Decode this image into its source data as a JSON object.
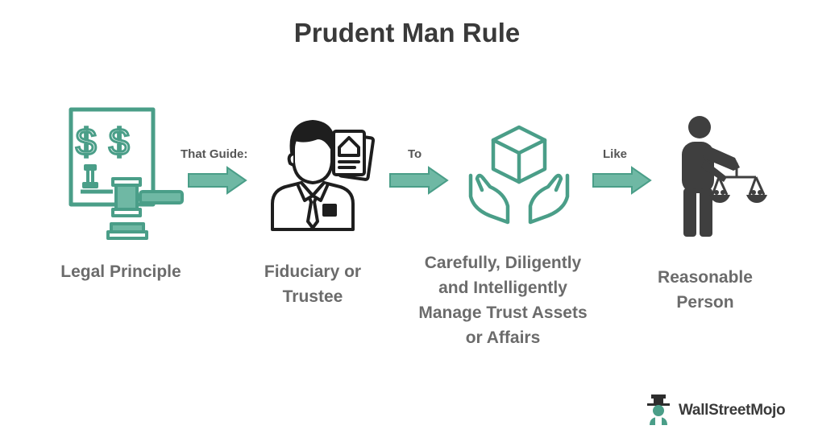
{
  "title": "Prudent Man Rule",
  "steps": [
    {
      "label": "Legal Principle",
      "icon": "legal-document-gavel-icon"
    },
    {
      "label": "Fiduciary or Trustee",
      "icon": "fiduciary-person-icon"
    },
    {
      "label": "Carefully, Diligently and Intelligently Manage Trust Assets or Affairs",
      "icon": "hands-holding-box-icon"
    },
    {
      "label": "Reasonable Person",
      "icon": "person-with-scales-icon"
    }
  ],
  "connectors": [
    {
      "label": "That Guide:"
    },
    {
      "label": "To"
    },
    {
      "label": "Like"
    }
  ],
  "brand": {
    "name": "WallStreetMojo"
  },
  "colors": {
    "accent": "#4a9e88",
    "accent_fill": "#6fb8a4",
    "dark": "#1e1e1e",
    "person": "#3f3f3f",
    "text": "#6b6b6b"
  }
}
